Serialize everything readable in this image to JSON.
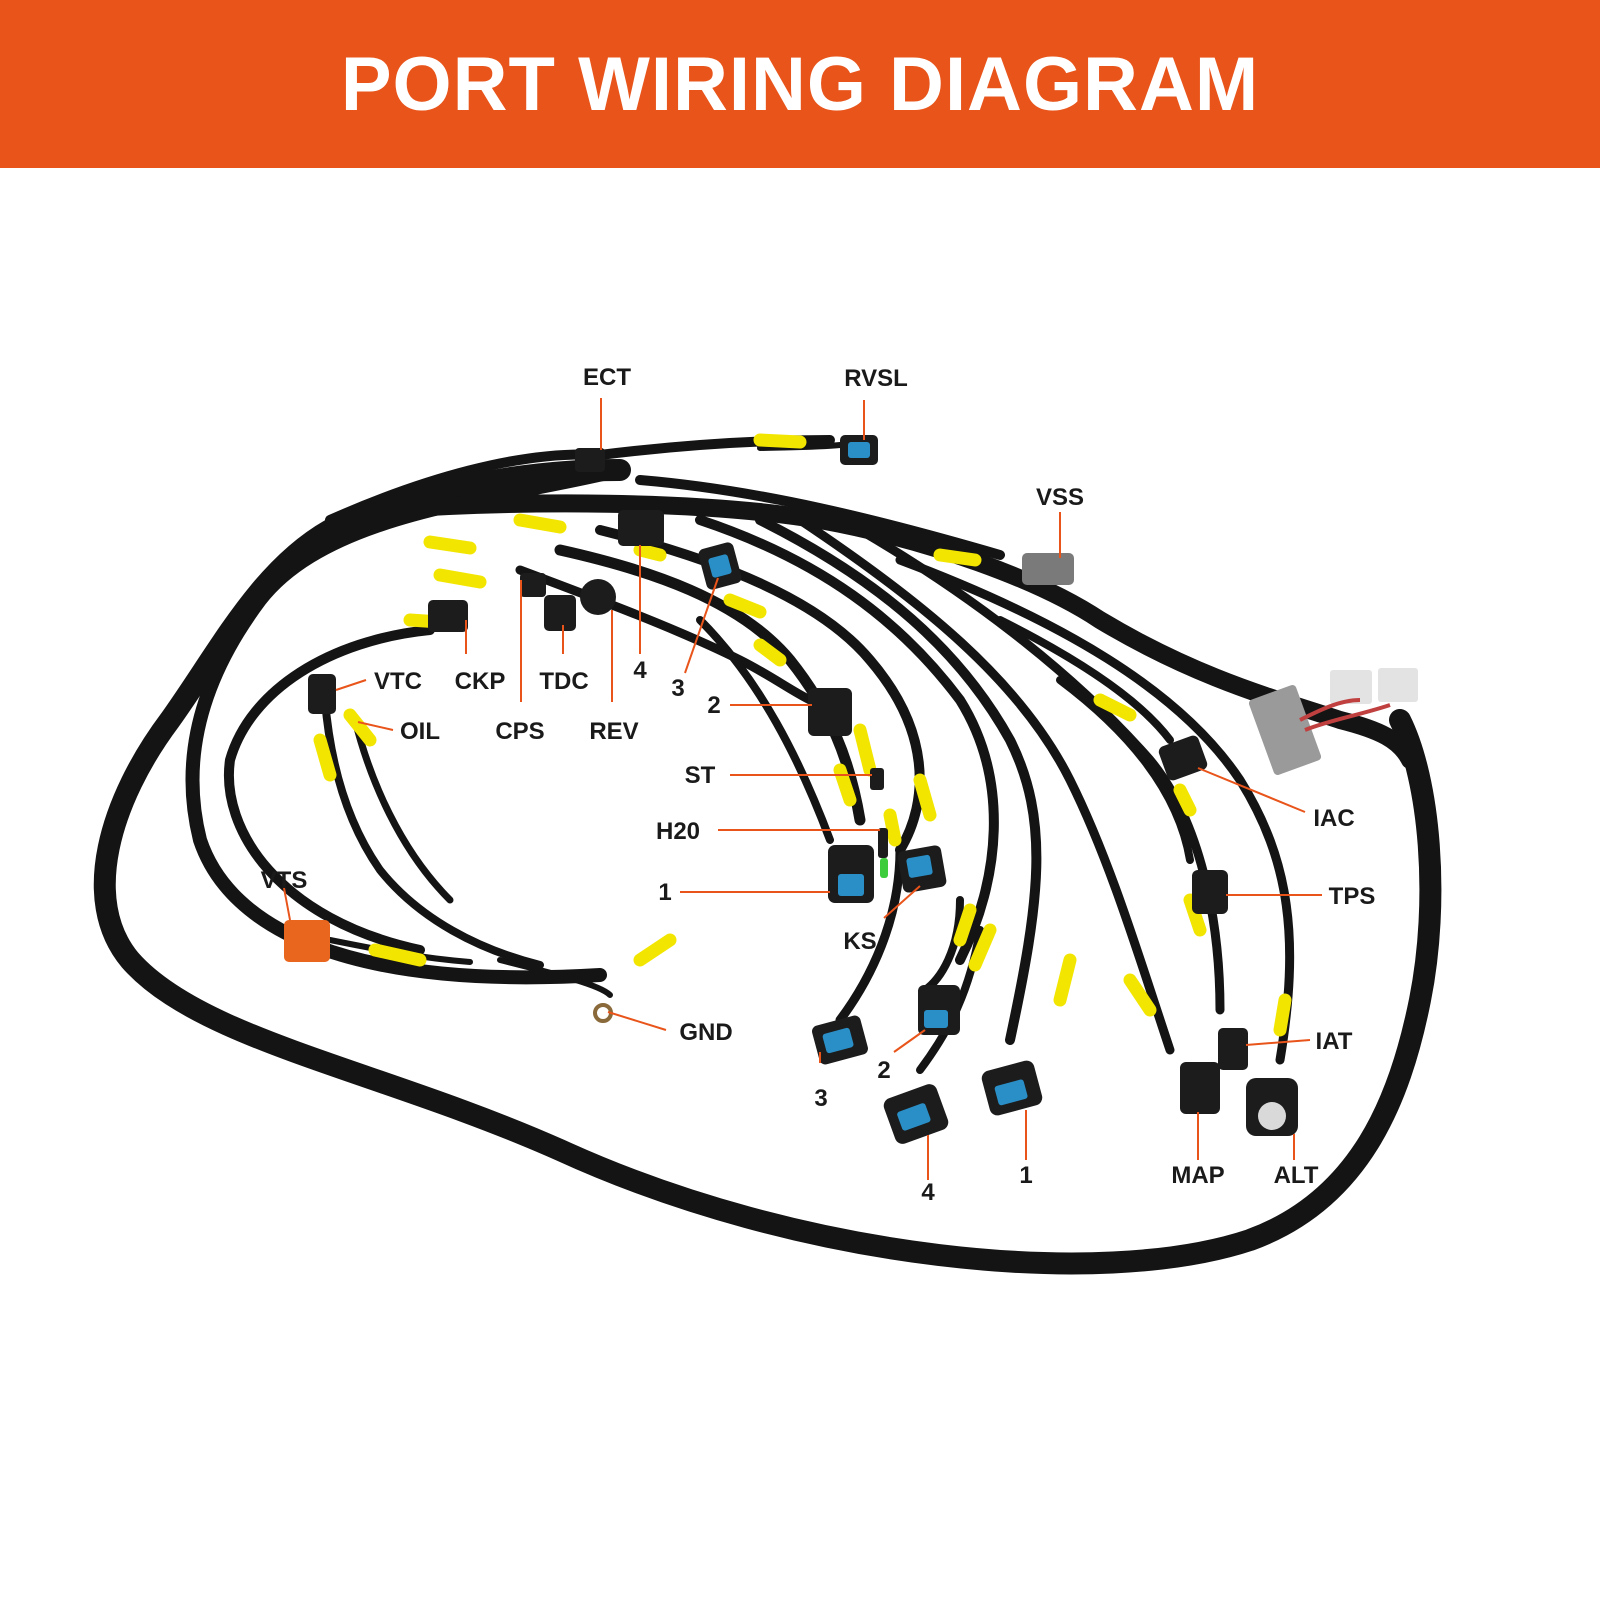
{
  "header": {
    "title": "PORT WIRING DIAGRAM"
  },
  "colors": {
    "banner": "#e8541a",
    "wire": "#141414",
    "sleeve": "#f2e600",
    "leader": "#e8541a",
    "connector": "#1c1c1c",
    "injector": "#2a8fc7",
    "vts_plug": "#e8661e",
    "vss_plug": "#7a7a7a",
    "ecu_plug": "#d9d9d9"
  },
  "labels": {
    "ect": "ECT",
    "rvsl": "RVSL",
    "vss": "VSS",
    "vtc": "VTC",
    "ckp": "CKP",
    "tdc": "TDC",
    "oil": "OIL",
    "cps": "CPS",
    "rev": "REV",
    "coil_4": "4",
    "coil_3": "3",
    "coil_2": "2",
    "st": "ST",
    "h20": "H20",
    "coil_1": "1",
    "ks": "KS",
    "vts": "VTS",
    "gnd": "GND",
    "inj_3": "3",
    "inj_2": "2",
    "inj_4": "4",
    "inj_1": "1",
    "map": "MAP",
    "alt": "ALT",
    "iac": "IAC",
    "tps": "TPS",
    "iat": "IAT"
  }
}
